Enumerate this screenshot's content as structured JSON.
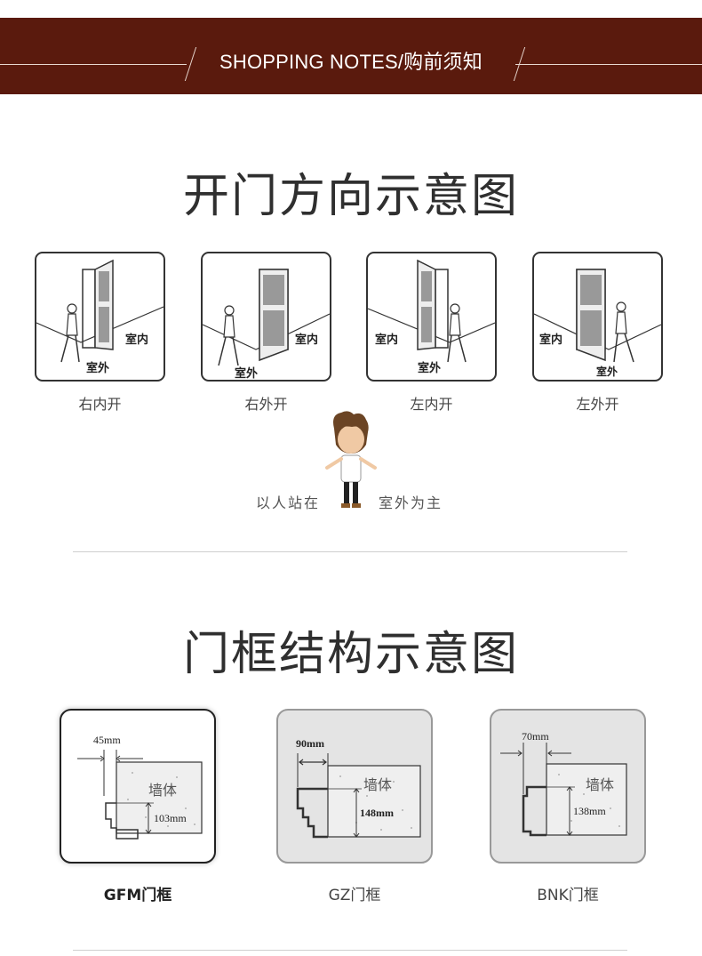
{
  "banner": {
    "title": "SHOPPING NOTES/购前须知"
  },
  "section_door": {
    "title": "开门方向示意图"
  },
  "doors": [
    {
      "caption": "右内开",
      "label_inside": "室内",
      "label_outside": "室外"
    },
    {
      "caption": "右外开",
      "label_inside": "室内",
      "label_outside": "室外"
    },
    {
      "caption": "左内开",
      "label_inside": "室内",
      "label_outside": "室外"
    },
    {
      "caption": "左外开",
      "label_inside": "室内",
      "label_outside": "室外"
    }
  ],
  "standing_note": {
    "left": "以人站在",
    "right": "室外为主"
  },
  "section_frame": {
    "title": "门框结构示意图"
  },
  "frames": [
    {
      "caption": "GFM门框",
      "width_label": "45mm",
      "depth_label": "103mm",
      "wall_label": "墙体",
      "selected": true
    },
    {
      "caption": "GZ门框",
      "width_label": "90mm",
      "depth_label": "148mm",
      "wall_label": "墙体",
      "selected": false
    },
    {
      "caption": "BNK门框",
      "width_label": "70mm",
      "depth_label": "138mm",
      "wall_label": "墙体",
      "selected": false
    }
  ],
  "colors": {
    "banner": "#5a1a0d",
    "card_border": "#333333",
    "frame_bg": "#e4e4e4"
  }
}
